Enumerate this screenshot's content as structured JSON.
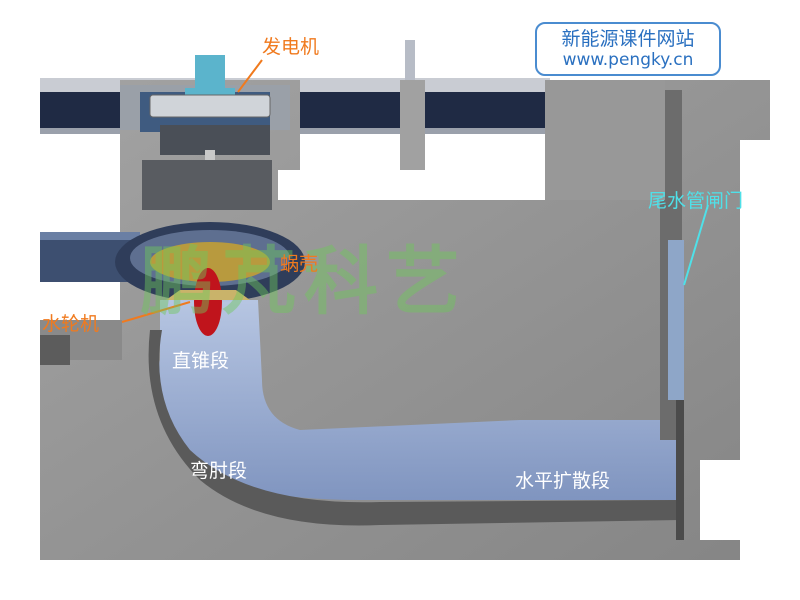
{
  "brand": {
    "title": "新能源课件网站",
    "url": "www.pengky.cn"
  },
  "watermark": "鹏芃科艺",
  "labels": {
    "generator": "发电机",
    "spiral_case": "蜗壳",
    "turbine": "水轮机",
    "straight_cone": "直锥段",
    "elbow": "弯肘段",
    "horizontal_diffuser": "水平扩散段",
    "draft_tube_gate": "尾水管闸门"
  },
  "colors": {
    "concrete": "#8f8f8f",
    "water_flow": "#9fb4d8",
    "generator": "#5bb4cc",
    "label_orange": "#f07a1e",
    "label_cyan": "#4fe0e8",
    "brand_blue": "#2a70c0"
  }
}
